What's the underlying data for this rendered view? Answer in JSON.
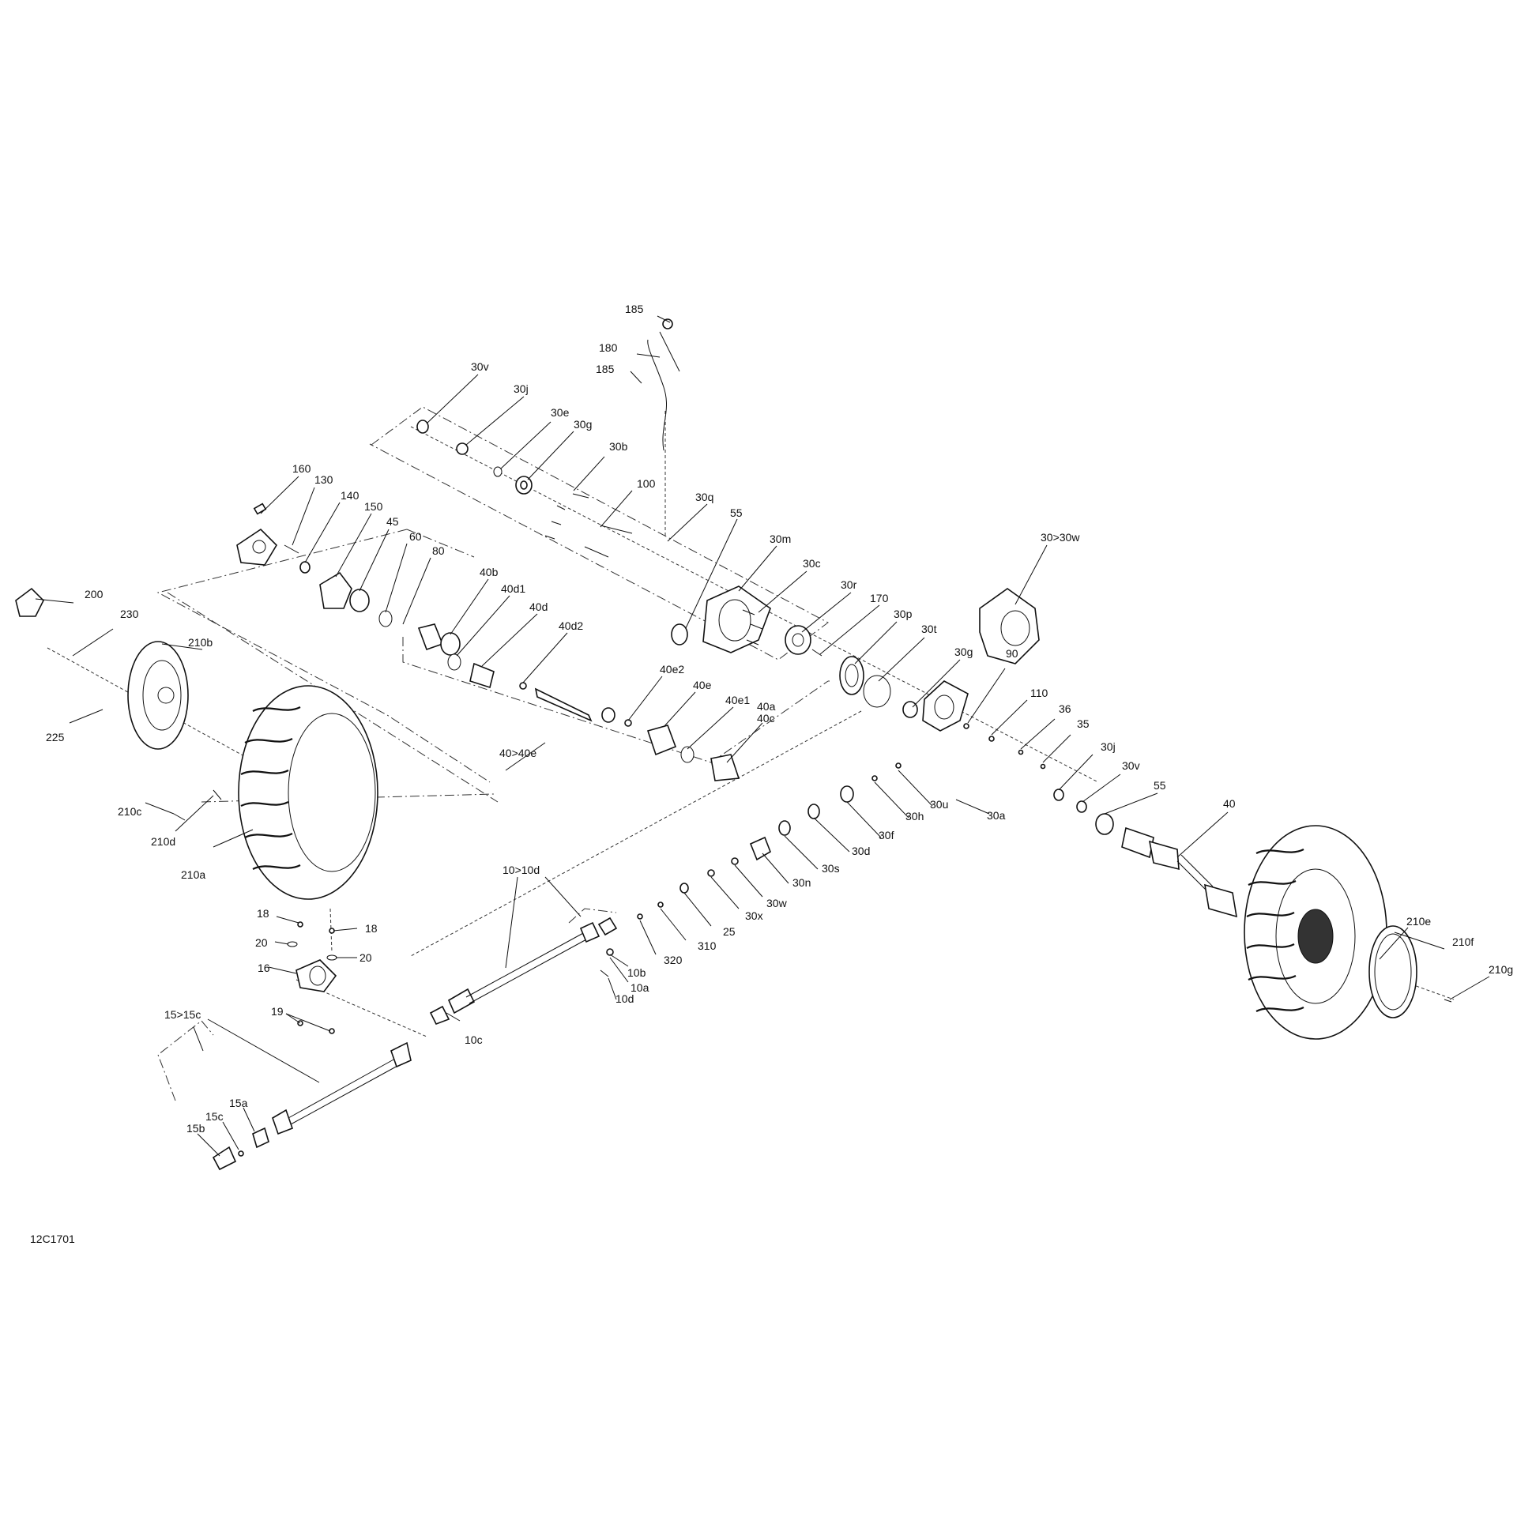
{
  "diagram": {
    "figure_code": "12C1701",
    "callouts": {
      "p185a": "185",
      "p180": "180",
      "p185b": "185",
      "p30v_top": "30v",
      "p30j_top": "30j",
      "p30e": "30e",
      "p30g_top": "30g",
      "p30b": "30b",
      "p100": "100",
      "p30q": "30q",
      "p55_top": "55",
      "p30m": "30m",
      "p30c": "30c",
      "p30r": "30r",
      "p170": "170",
      "p30p": "30p",
      "p30t": "30t",
      "p30g_right": "30g",
      "p30_30w": "30>30w",
      "p160": "160",
      "p130": "130",
      "p140": "140",
      "p150": "150",
      "p45": "45",
      "p60": "60",
      "p80": "80",
      "p40b": "40b",
      "p40d1": "40d1",
      "p40d": "40d",
      "p40d2": "40d2",
      "p40e2": "40e2",
      "p40e": "40e",
      "p40e1": "40e1",
      "p40a": "40a",
      "p40c": "40c",
      "p40_40e": "40>40e",
      "p200": "200",
      "p230": "230",
      "p210b": "210b",
      "p225": "225",
      "p210c": "210c",
      "p210d": "210d",
      "p210a": "210a",
      "p90": "90",
      "p110": "110",
      "p36": "36",
      "p35": "35",
      "p30j_right": "30j",
      "p30v_right": "30v",
      "p55_right": "55",
      "p40": "40",
      "p30u": "30u",
      "p30a": "30a",
      "p30h": "30h",
      "p30f": "30f",
      "p30d": "30d",
      "p30s": "30s",
      "p30n": "30n",
      "p30w": "30w",
      "p30x": "30x",
      "p25": "25",
      "p310": "310",
      "p320": "320",
      "p10_10d": "10>10d",
      "p10b": "10b",
      "p10a": "10a",
      "p10d": "10d",
      "p10c": "10c",
      "p18a": "18",
      "p18b": "18",
      "p20a": "20",
      "p20b": "20",
      "p16": "16",
      "p19": "19",
      "p15_15c": "15>15c",
      "p15a": "15a",
      "p15c": "15c",
      "p15b": "15b",
      "p210e": "210e",
      "p210f": "210f",
      "p210g": "210g"
    }
  }
}
